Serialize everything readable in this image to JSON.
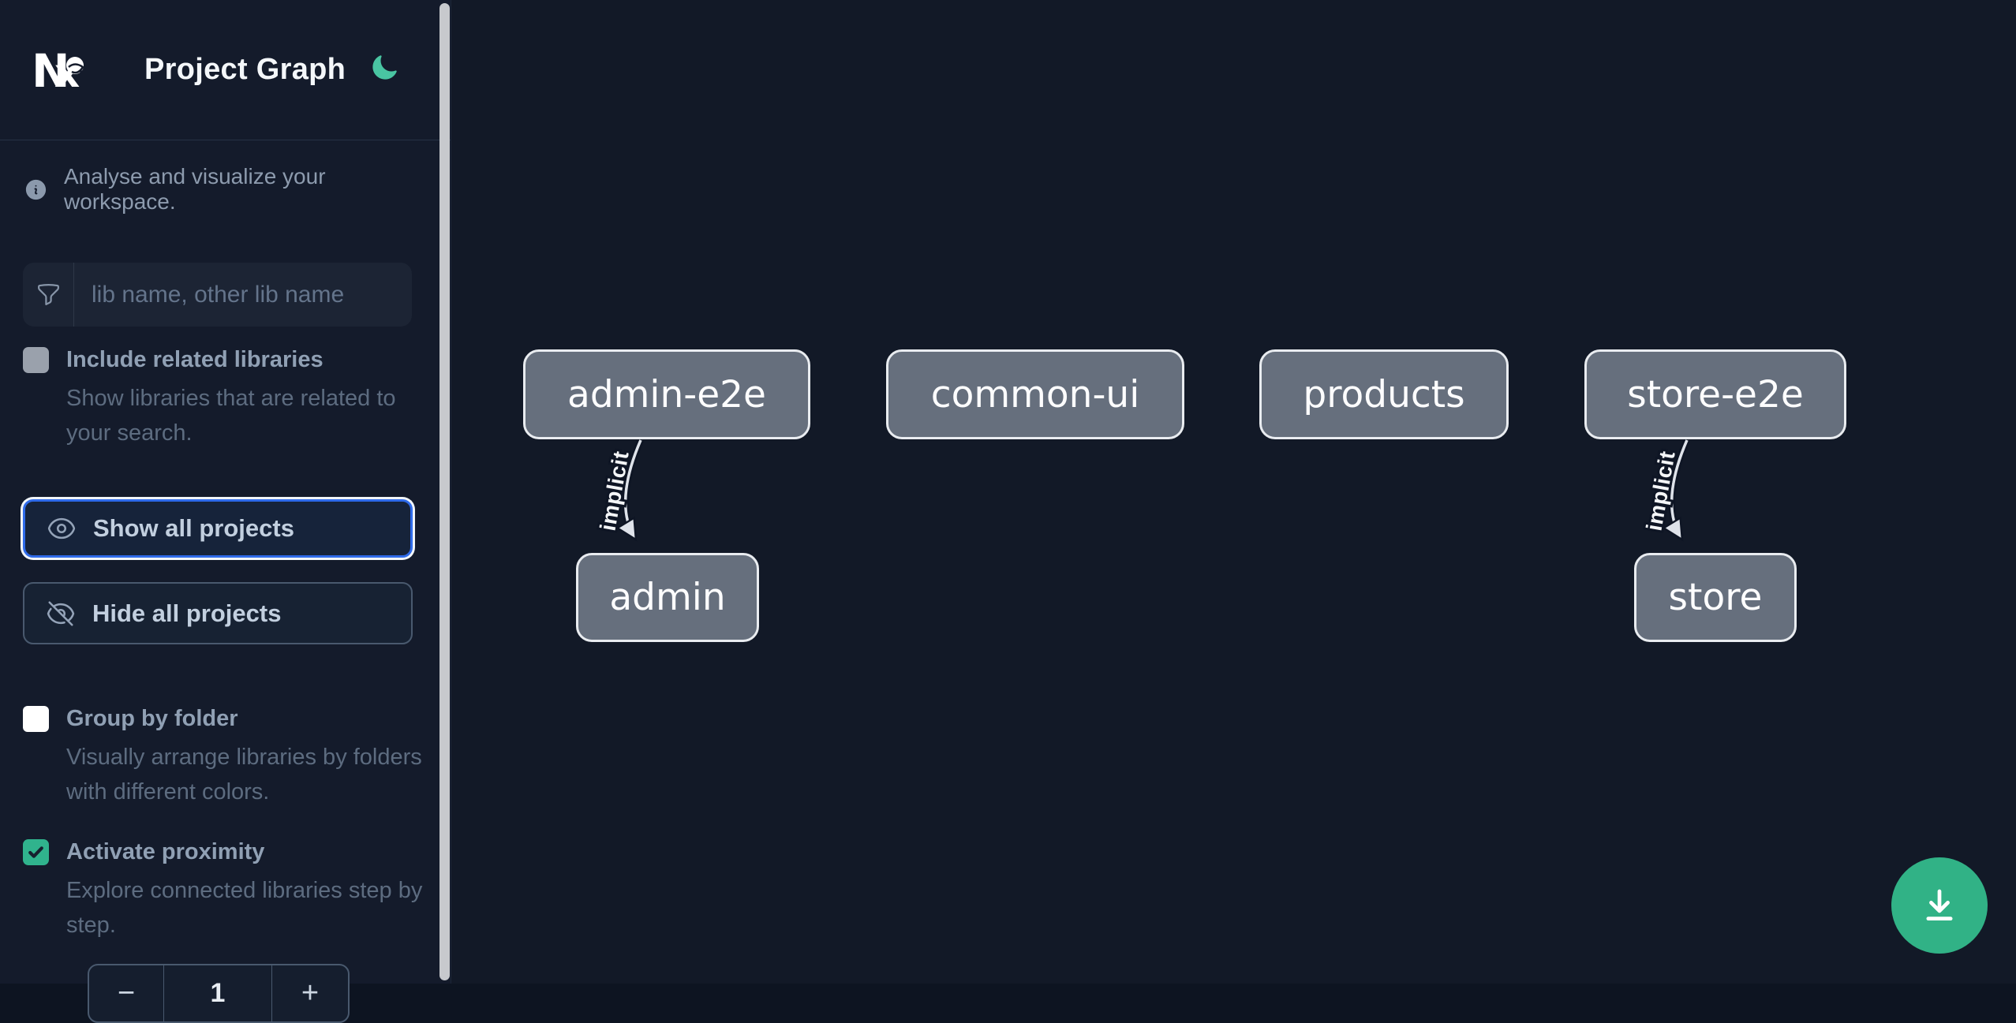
{
  "header": {
    "logo_text": "Nx",
    "title": "Project Graph",
    "theme_toggle_icon": "moon-icon"
  },
  "intro": {
    "icon": "info-icon",
    "text": "Analyse and visualize your workspace."
  },
  "search": {
    "icon": "filter-icon",
    "placeholder": "lib name, other lib name",
    "value": ""
  },
  "filters": {
    "include_related": {
      "label": "Include related libraries",
      "description": "Show libraries that are related to your search.",
      "checked": false
    },
    "group_by_folder": {
      "label": "Group by folder",
      "description": "Visually arrange libraries by folders with different colors.",
      "checked": false
    },
    "activate_proximity": {
      "label": "Activate proximity",
      "description": "Explore connected libraries step by step.",
      "checked": true
    }
  },
  "actions": {
    "show_all_label": "Show all projects",
    "hide_all_label": "Hide all projects"
  },
  "proximity_stepper": {
    "decrement_label": "−",
    "value": "1",
    "increment_label": "+"
  },
  "graph": {
    "nodes": [
      {
        "label": "admin-e2e"
      },
      {
        "label": "common-ui"
      },
      {
        "label": "products"
      },
      {
        "label": "store-e2e"
      },
      {
        "label": "admin"
      },
      {
        "label": "store"
      }
    ],
    "edges": [
      {
        "source": "admin-e2e",
        "target": "admin",
        "label": "implicit"
      },
      {
        "source": "store-e2e",
        "target": "store",
        "label": "implicit"
      }
    ]
  },
  "fab": {
    "icon": "download-icon"
  },
  "colors": {
    "background": "#121927",
    "sidebar_background": "#141b2b",
    "accent_green": "#31b286",
    "moon_green": "#49c5a2",
    "checkbox_checked_green": "#30b38d",
    "focus_blue": "#2f6bea",
    "node_fill": "#666f7d",
    "node_border": "#e9ecf0",
    "edge_color": "#dfe3ea"
  }
}
